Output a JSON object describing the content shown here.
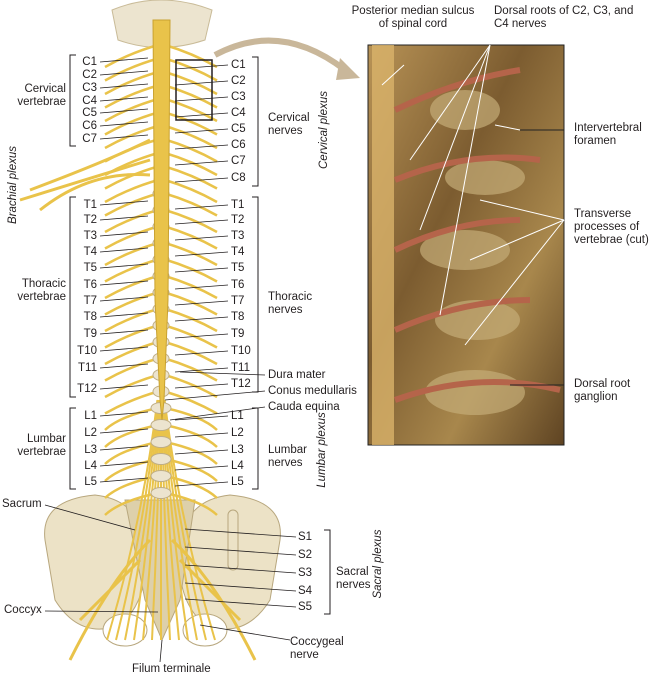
{
  "left": {
    "cervical_levels": [
      "C1",
      "C2",
      "C3",
      "C4",
      "C5",
      "C6",
      "C7"
    ],
    "cervical_group": "Cervical vertebrae",
    "brachial_plexus": "Brachial plexus",
    "thoracic_levels": [
      "T1",
      "T2",
      "T3",
      "T4",
      "T5",
      "T6",
      "T7",
      "T8",
      "T9",
      "T10",
      "T11",
      "T12"
    ],
    "thoracic_group": "Thoracic vertebrae",
    "lumbar_levels": [
      "L1",
      "L2",
      "L3",
      "L4",
      "L5"
    ],
    "lumbar_group": "Lumbar vertebrae",
    "sacrum": "Sacrum",
    "coccyx": "Coccyx",
    "filum_terminale": "Filum terminale"
  },
  "right": {
    "cervical_levels": [
      "C1",
      "C2",
      "C3",
      "C4",
      "C5",
      "C6",
      "C7",
      "C8"
    ],
    "cervical_group": "Cervical nerves",
    "cervical_plexus": "Cervical plexus",
    "thoracic_levels": [
      "T1",
      "T2",
      "T3",
      "T4",
      "T5",
      "T6",
      "T7",
      "T8",
      "T9",
      "T10",
      "T11",
      "T12"
    ],
    "thoracic_group": "Thoracic nerves",
    "dura_mater": "Dura mater",
    "conus_medullaris": "Conus medullaris",
    "cauda_equina": "Cauda equina",
    "lumbar_levels": [
      "L1",
      "L2",
      "L3",
      "L4",
      "L5"
    ],
    "lumbar_group": "Lumbar nerves",
    "lumbar_plexus": "Lumbar plexus",
    "sacral_levels": [
      "S1",
      "S2",
      "S3",
      "S4",
      "S5"
    ],
    "sacral_group": "Sacral nerves",
    "sacral_plexus": "Sacral plexus",
    "coccygeal_nerve": "Coccygeal nerve"
  },
  "photo": {
    "posterior_sulcus": "Posterior median sulcus of spinal cord",
    "dorsal_roots": "Dorsal roots of C2, C3, and C4 nerves",
    "intervertebral_foramen": "Intervertebral foramen",
    "transverse_processes": "Transverse processes of vertebrae (cut)",
    "dorsal_root_ganglion": "Dorsal root ganglion"
  },
  "colors": {
    "nerve": "#e9c34a",
    "bone": "#ece2c6",
    "bone_shadow": "#c9b98f",
    "photo": "#8a6a3a"
  }
}
